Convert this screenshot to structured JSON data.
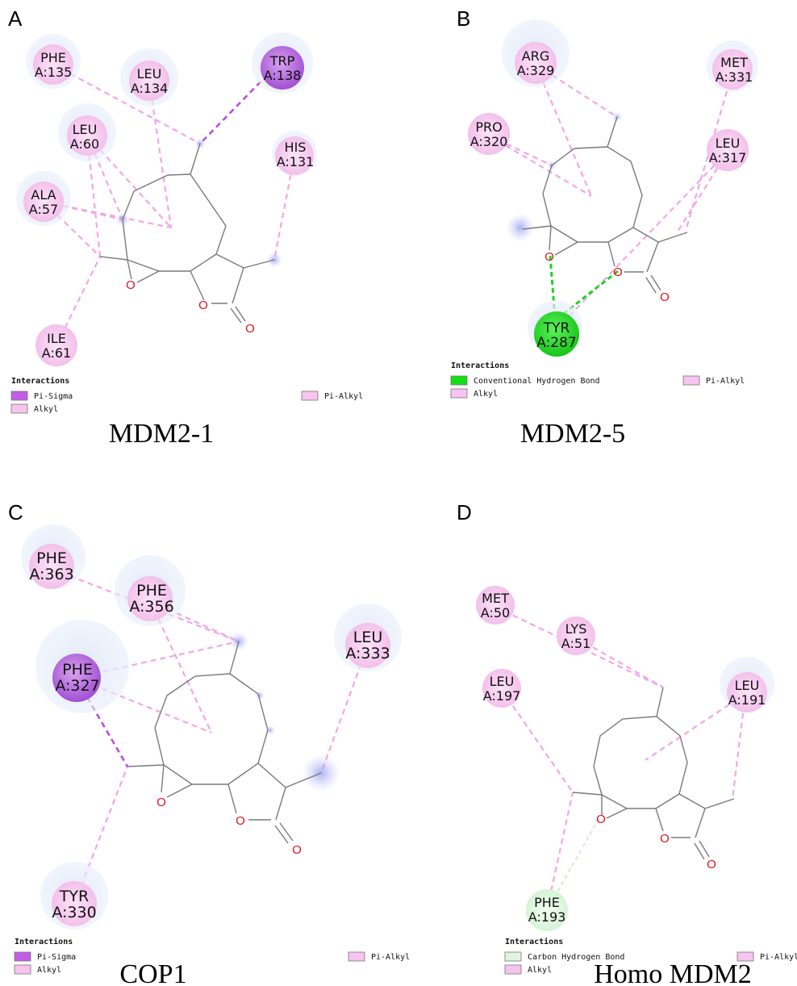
{
  "panels": {
    "A": {
      "label": "A",
      "caption": "MDM2-1",
      "residues": [
        {
          "name": "PHE",
          "id": "A:135"
        },
        {
          "name": "LEU",
          "id": "A:134"
        },
        {
          "name": "TRP",
          "id": "A:138"
        },
        {
          "name": "LEU",
          "id": "A:60"
        },
        {
          "name": "HIS",
          "id": "A:131"
        },
        {
          "name": "ALA",
          "id": "A:57"
        },
        {
          "name": "ILE",
          "id": "A:61"
        }
      ],
      "legend": {
        "title": "Interactions",
        "items": [
          "Pi-Sigma",
          "Alkyl",
          "Pi-Alkyl"
        ]
      }
    },
    "B": {
      "label": "B",
      "caption": "MDM2-5",
      "residues": [
        {
          "name": "ARG",
          "id": "A:329"
        },
        {
          "name": "MET",
          "id": "A:331"
        },
        {
          "name": "PRO",
          "id": "A:320"
        },
        {
          "name": "LEU",
          "id": "A:317"
        },
        {
          "name": "TYR",
          "id": "A:287"
        }
      ],
      "legend": {
        "title": "Interactions",
        "items": [
          "Conventional Hydrogen Bond",
          "Alkyl",
          "Pi-Alkyl"
        ]
      }
    },
    "C": {
      "label": "C",
      "caption": "COP1",
      "residues": [
        {
          "name": "PHE",
          "id": "A:363"
        },
        {
          "name": "PHE",
          "id": "A:356"
        },
        {
          "name": "LEU",
          "id": "A:333"
        },
        {
          "name": "PHE",
          "id": "A:327"
        },
        {
          "name": "TYR",
          "id": "A:330"
        }
      ],
      "legend": {
        "title": "Interactions",
        "items": [
          "Pi-Sigma",
          "Alkyl",
          "Pi-Alkyl"
        ]
      }
    },
    "D": {
      "label": "D",
      "caption": "Homo MDM2",
      "residues": [
        {
          "name": "MET",
          "id": "A:50"
        },
        {
          "name": "LYS",
          "id": "A:51"
        },
        {
          "name": "LEU",
          "id": "A:197"
        },
        {
          "name": "LEU",
          "id": "A:191"
        },
        {
          "name": "PHE",
          "id": "A:193"
        }
      ],
      "legend": {
        "title": "Interactions",
        "items": [
          "Carbon Hydrogen Bond",
          "Alkyl",
          "Pi-Alkyl"
        ]
      }
    }
  },
  "atoms": {
    "oxygen": "O"
  },
  "colors": {
    "alkyl": "#f2a6e8",
    "pi_sigma": "#b94ee0",
    "conventional_hbond": "#1fd31f",
    "carbon_hbond": "#dff5df",
    "oxygen": "#e0111f",
    "bond": "#7a7a7a"
  }
}
